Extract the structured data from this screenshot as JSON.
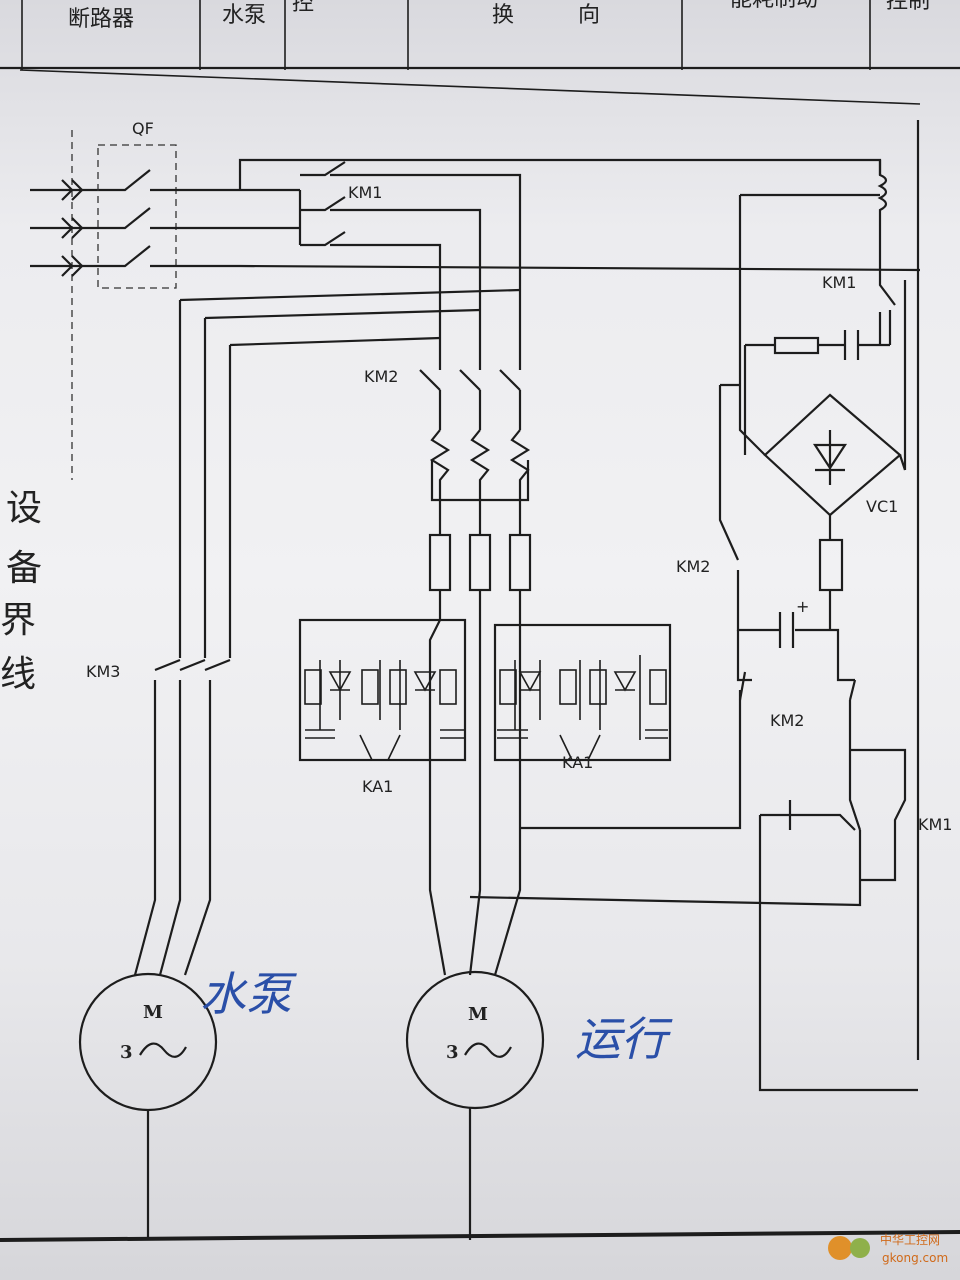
{
  "header": {
    "cells": [
      "断路器",
      "水泵",
      "控",
      "换",
      "向",
      "能耗制动",
      "控制"
    ]
  },
  "boundary_label": [
    "设",
    "备",
    "界",
    "线"
  ],
  "components": {
    "breaker": "QF",
    "km1_main": "KM1",
    "km1_aux": "KM1",
    "km1_hold": "KM1",
    "km2_main": "KM2",
    "km2_aux": "KM2",
    "km2_aux2": "KM2",
    "km3": "KM3",
    "rectifier": "VC1",
    "relay_left": "KA1",
    "relay_right": "KA1",
    "cap_polarity": "+"
  },
  "motors": [
    {
      "letter": "M",
      "phase": "3",
      "symbol": "~",
      "handwritten": "水泵"
    },
    {
      "letter": "M",
      "phase": "3",
      "symbol": "~",
      "handwritten": "运行"
    }
  ],
  "watermark": {
    "cn": "中华工控网",
    "url": "gkong.com"
  },
  "colors": {
    "ink": "#1d1d1d",
    "handwriting": "#2a4fa8",
    "watermark": "#d06a1a",
    "paper": "#ececef"
  }
}
